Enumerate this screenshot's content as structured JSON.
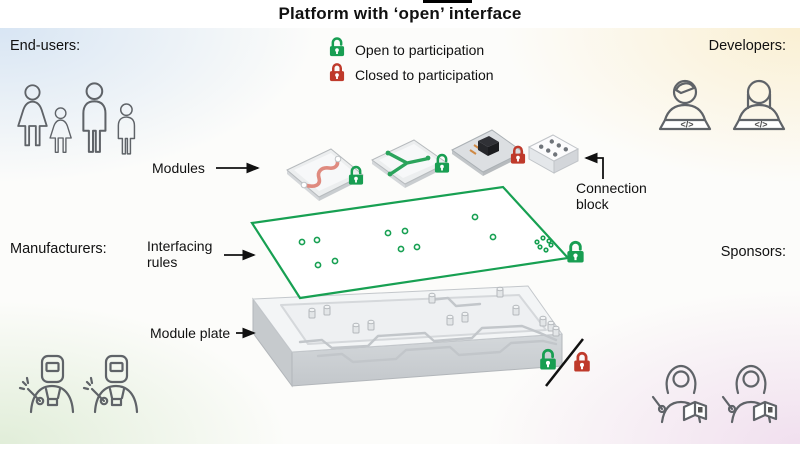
{
  "title": "Platform with ‘open’ interface",
  "legend": {
    "open_label": "Open to participation",
    "closed_label": "Closed to participation"
  },
  "stakeholders": {
    "end_users_label": "End-users:",
    "developers_label": "Developers:",
    "manufacturers_label": "Manufacturers:",
    "sponsors_label": "Sponsors:",
    "developer_code_symbol": "</>"
  },
  "diagram": {
    "modules_label": "Modules",
    "interfacing_rules_label": "Interfacing rules",
    "module_plate_label": "Module plate",
    "connection_block_label": "Connection block"
  },
  "colors": {
    "open_green": "#189e52",
    "closed_red": "#bf3a2b"
  }
}
